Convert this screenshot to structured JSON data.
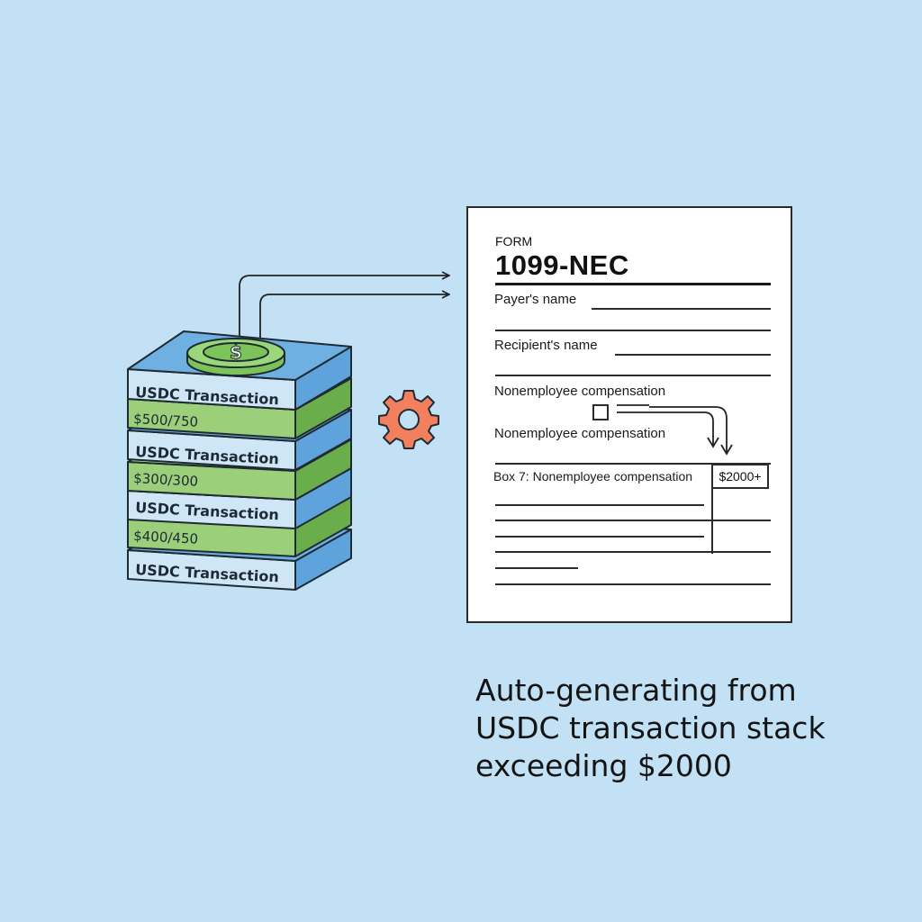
{
  "stack": {
    "layers": [
      {
        "type": "usdc",
        "label": "USDC Transaction"
      },
      {
        "type": "amount",
        "label": "$500/750"
      },
      {
        "type": "usdc",
        "label": "USDC Transaction"
      },
      {
        "type": "amount",
        "label": "$300/300"
      },
      {
        "type": "usdc",
        "label": "USDC Transaction"
      },
      {
        "type": "amount",
        "label": "$400/450"
      },
      {
        "type": "usdc",
        "label": "USDC Transaction"
      }
    ],
    "coin_symbol": "$",
    "colors": {
      "usdc_front": "#cfe6f7",
      "usdc_side": "#5fa3dc",
      "amount_front": "#9ccf7a",
      "amount_side": "#6aad4b",
      "coin": "#8fd06e"
    }
  },
  "gear": {
    "color": "#f2805e"
  },
  "form": {
    "small_label": "FORM",
    "title": "1099-NEC",
    "payer_label": "Payer's name",
    "recipient_label": "Recipient's name",
    "comp_label_1": "Nonemployee compensation",
    "comp_label_2": "Nonemployee compensation",
    "box7_label": "Box 7: Nonemployee compensation",
    "box7_value": "$2000+"
  },
  "caption": {
    "line1": "Auto-generating from",
    "line2": "USDC transaction stack",
    "line3": "exceeding $2000"
  }
}
